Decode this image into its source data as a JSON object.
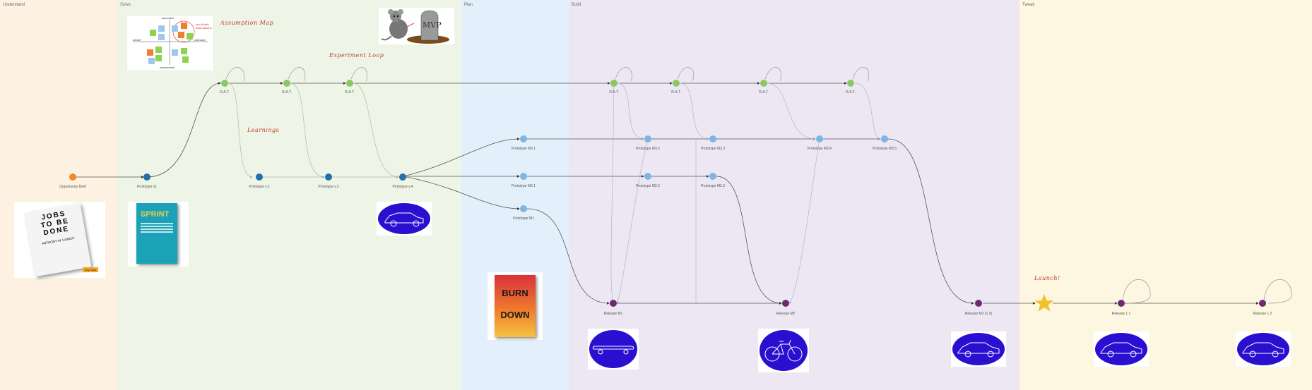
{
  "lanes": [
    {
      "label": "Understand",
      "color": "#fdf1e2"
    },
    {
      "label": "Solve",
      "color": "#eef5e6"
    },
    {
      "label": "Plan",
      "color": "#e3effa"
    },
    {
      "label": "Build",
      "color": "#ede7f4"
    },
    {
      "label": "Tweak",
      "color": "#fdf6e0"
    }
  ],
  "annotations": {
    "assumption_map": "Assumption Map",
    "experiment_loop": "Experiment Loop",
    "learnings": "Learnings",
    "launch": "Launch!"
  },
  "nodes": {
    "opportunity_brief": "Opportunity Brief",
    "prototype_v1": "Prototype v1",
    "prototype_v2": "Prototype v.2",
    "prototype_v3": "Prototype v.3",
    "prototype_v4": "Prototype v.4",
    "rat": "R.A.T.",
    "prototype_m31": "Prototype M3.1",
    "prototype_m21": "Prototype M2.1",
    "prototype_m1": "Prototype M1",
    "prototype_m32": "Prototype M3.2",
    "prototype_m33": "Prototype M3.3",
    "prototype_m34": "Prototype M3.4",
    "prototype_m35": "Prototype M3.5",
    "prototype_m22": "Prototype M2.2",
    "prototype_m23": "Prototype M2.3",
    "release_m1": "Release M1",
    "release_m2": "Release M2",
    "release_m3": "Release M3 (1.0)",
    "release_11": "Release 1.1",
    "release_12": "Release 1.2"
  },
  "assumption_map": {
    "important": "important",
    "unimportant": "unimportant",
    "known": "known",
    "unknown": "unknown",
    "note": "top of faith assumptions"
  },
  "books": {
    "jtbd": {
      "line1": "JOBS",
      "line2": "TO BE",
      "line3": "DONE",
      "author": "ANTHONY W. ULWICK",
      "badge": "Buy Now"
    },
    "sprint": {
      "title": "SPRINT"
    },
    "burndown": {
      "line1": "BURN",
      "line2": "DOWN"
    }
  },
  "mvp_text": "MVP",
  "colors": {
    "orange": "#f08a24",
    "darkblue": "#1f6fa8",
    "green": "#8cc665",
    "lightblue": "#7fb5e3",
    "purple": "#6d2a6f",
    "star": "#f5c02a",
    "vehicle_bg": "#2b0fd0"
  },
  "icons": [
    "skateboard-icon",
    "bicycle-icon",
    "car-icon",
    "star-icon"
  ]
}
